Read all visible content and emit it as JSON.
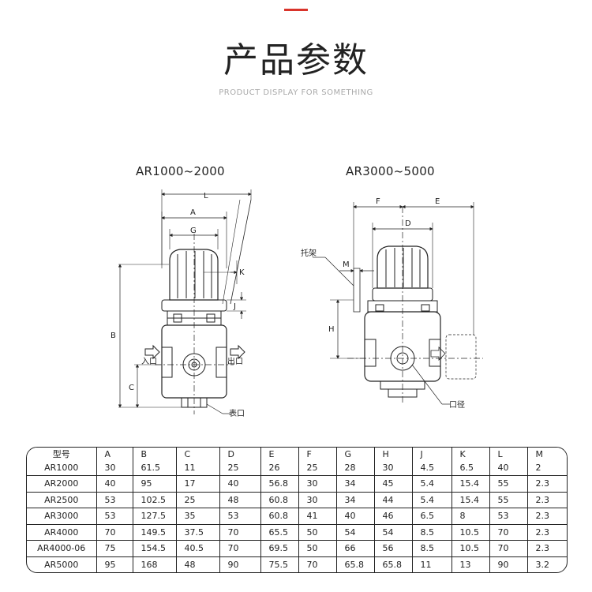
{
  "header": {
    "title": "产品参数",
    "subtitle": "PRODUCT DISPLAY FOR SOMETHING",
    "accent_color": "#d9342b"
  },
  "diagram_left": {
    "title": "AR1000~2000",
    "labels": {
      "L": "L",
      "A": "A",
      "G": "G",
      "K": "K",
      "J": "J",
      "B": "B",
      "C": "C",
      "inlet": "入口",
      "outlet": "出口",
      "gauge_port": "表口"
    }
  },
  "diagram_right": {
    "title": "AR3000~5000",
    "labels": {
      "F": "F",
      "E": "E",
      "D": "D",
      "M": "M",
      "H": "H",
      "bracket": "托架",
      "port_size": "口径"
    }
  },
  "table": {
    "headers": [
      "型号",
      "A",
      "B",
      "C",
      "D",
      "E",
      "F",
      "G",
      "H",
      "J",
      "K",
      "L",
      "M"
    ],
    "rows": [
      [
        "AR1000",
        "30",
        "61.5",
        "11",
        "25",
        "26",
        "25",
        "28",
        "30",
        "4.5",
        "6.5",
        "40",
        "2"
      ],
      [
        "AR2000",
        "40",
        "95",
        "17",
        "40",
        "56.8",
        "30",
        "34",
        "45",
        "5.4",
        "15.4",
        "55",
        "2.3"
      ],
      [
        "AR2500",
        "53",
        "102.5",
        "25",
        "48",
        "60.8",
        "30",
        "34",
        "44",
        "5.4",
        "15.4",
        "55",
        "2.3"
      ],
      [
        "AR3000",
        "53",
        "127.5",
        "35",
        "53",
        "60.8",
        "41",
        "40",
        "46",
        "6.5",
        "8",
        "53",
        "2.3"
      ],
      [
        "AR4000",
        "70",
        "149.5",
        "37.5",
        "70",
        "65.5",
        "50",
        "54",
        "54",
        "8.5",
        "10.5",
        "70",
        "2.3"
      ],
      [
        "AR4000-06",
        "75",
        "154.5",
        "40.5",
        "70",
        "69.5",
        "50",
        "66",
        "56",
        "8.5",
        "10.5",
        "70",
        "2.3"
      ],
      [
        "AR5000",
        "95",
        "168",
        "48",
        "90",
        "75.5",
        "70",
        "65.8",
        "65.8",
        "11",
        "13",
        "90",
        "3.2"
      ]
    ]
  }
}
